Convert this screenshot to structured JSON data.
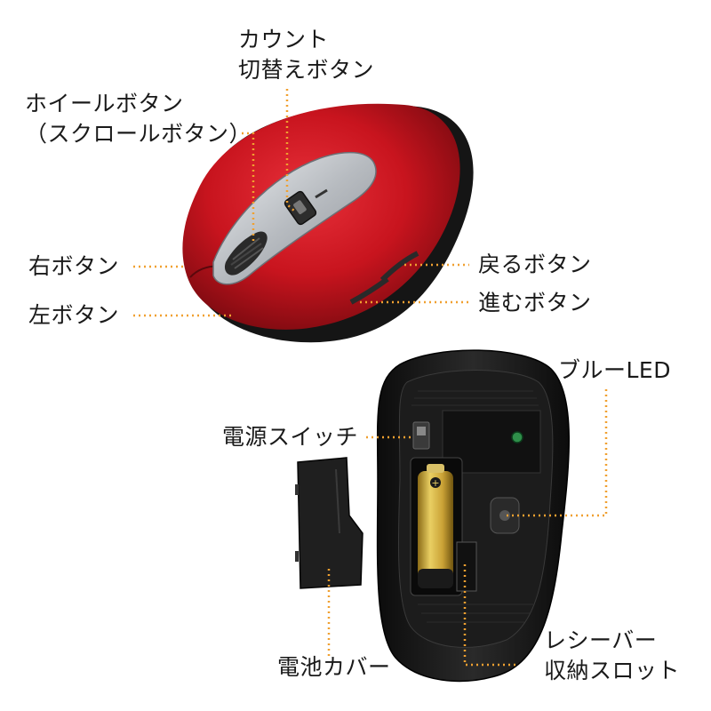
{
  "labels": {
    "count_switch_line1": "カウント",
    "count_switch_line2": "切替えボタン",
    "wheel_button_line1": "ホイールボタン",
    "wheel_button_line2": "（スクロールボタン）",
    "right_button": "右ボタン",
    "left_button": "左ボタン",
    "back_button": "戻るボタン",
    "forward_button": "進むボタン",
    "blue_led": "ブルーLED",
    "power_switch": "電源スイッチ",
    "receiver_slot_line1": "レシーバー",
    "receiver_slot_line2": "収納スロット",
    "battery_cover": "電池カバー"
  },
  "colors": {
    "mouse_red": "#c8141e",
    "mouse_dark": "#161616",
    "silver": "#c9ccd0",
    "leader_line": "#f0a030",
    "battery_gold": "#d7b23a",
    "led_green": "#2f8f4a"
  }
}
